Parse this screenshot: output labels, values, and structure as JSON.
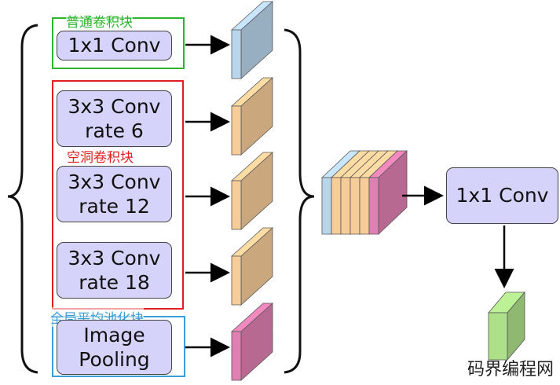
{
  "branches": {
    "conv1x1": {
      "label": "1x1 Conv"
    },
    "atrous6": {
      "line1": "3x3 Conv",
      "line2": "rate 6"
    },
    "atrous12": {
      "line1": "3x3 Conv",
      "line2": "rate 12"
    },
    "atrous18": {
      "line1": "3x3 Conv",
      "line2": "rate 18"
    },
    "pooling": {
      "line1": "Image",
      "line2": "Pooling"
    }
  },
  "groups": {
    "normal": {
      "label": "普通卷积块",
      "color": "#2db52d"
    },
    "atrous": {
      "label": "空洞卷积块",
      "color": "#e02020"
    },
    "pooling": {
      "label": "全局平均池化块",
      "color": "#3a9fd8"
    }
  },
  "fusion": {
    "label": "1x1 Conv"
  },
  "feature_colors": {
    "blue": "#b9d5ec",
    "orange": "#f6cc98",
    "pink": "#e080b2",
    "green": "#aee08a"
  },
  "watermark": "码界编程网"
}
